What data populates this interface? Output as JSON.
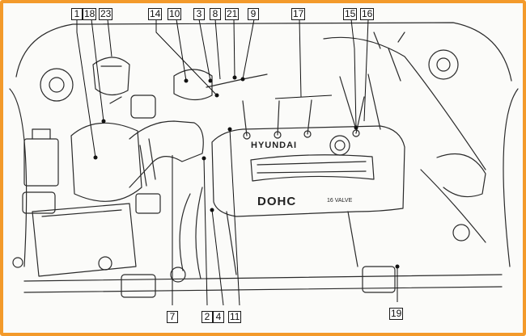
{
  "diagram": {
    "callouts": [
      {
        "id": "c1",
        "text": "1"
      },
      {
        "id": "c18",
        "text": "18"
      },
      {
        "id": "c23",
        "text": "23"
      },
      {
        "id": "c14",
        "text": "14"
      },
      {
        "id": "c10",
        "text": "10"
      },
      {
        "id": "c3",
        "text": "3"
      },
      {
        "id": "c8",
        "text": "8"
      },
      {
        "id": "c21",
        "text": "21"
      },
      {
        "id": "c9",
        "text": "9"
      },
      {
        "id": "c17",
        "text": "17"
      },
      {
        "id": "c15",
        "text": "15"
      },
      {
        "id": "c16",
        "text": "16"
      },
      {
        "id": "c7",
        "text": "7"
      },
      {
        "id": "c2",
        "text": "2"
      },
      {
        "id": "c4",
        "text": "4"
      },
      {
        "id": "c11",
        "text": "11"
      },
      {
        "id": "c19",
        "text": "19"
      }
    ],
    "engravings": {
      "brand": "HYUNDAI",
      "engine": "DOHC",
      "valves": "16 VALVE"
    },
    "colors": {
      "frame_border": "#f39a2b",
      "line_art": "#2a2a2a",
      "background": "#fbfbf9"
    }
  }
}
